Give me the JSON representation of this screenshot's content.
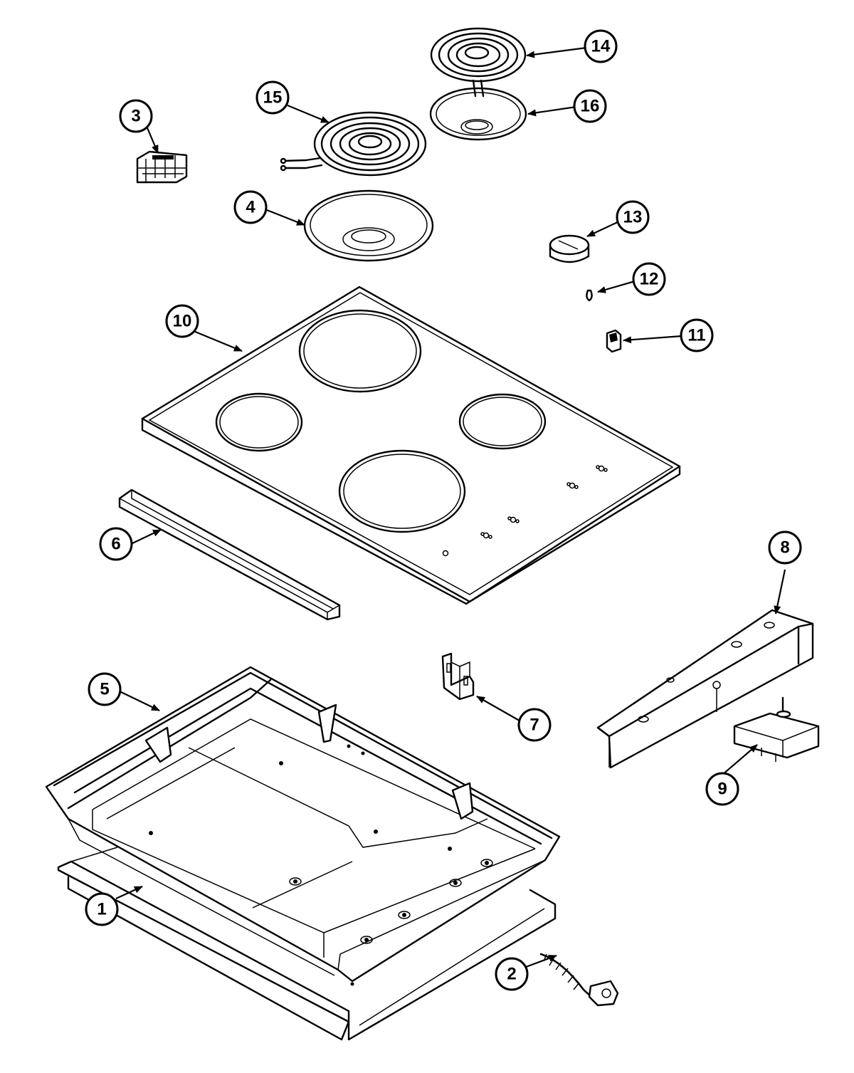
{
  "callouts": [
    {
      "label": "1"
    },
    {
      "label": "2"
    },
    {
      "label": "3"
    },
    {
      "label": "4"
    },
    {
      "label": "5"
    },
    {
      "label": "6"
    },
    {
      "label": "7"
    },
    {
      "label": "8"
    },
    {
      "label": "9"
    },
    {
      "label": "10"
    },
    {
      "label": "11"
    },
    {
      "label": "12"
    },
    {
      "label": "13"
    },
    {
      "label": "14"
    },
    {
      "label": "15"
    },
    {
      "label": "16"
    }
  ],
  "colors": {
    "line": "#000000",
    "background": "#ffffff"
  }
}
